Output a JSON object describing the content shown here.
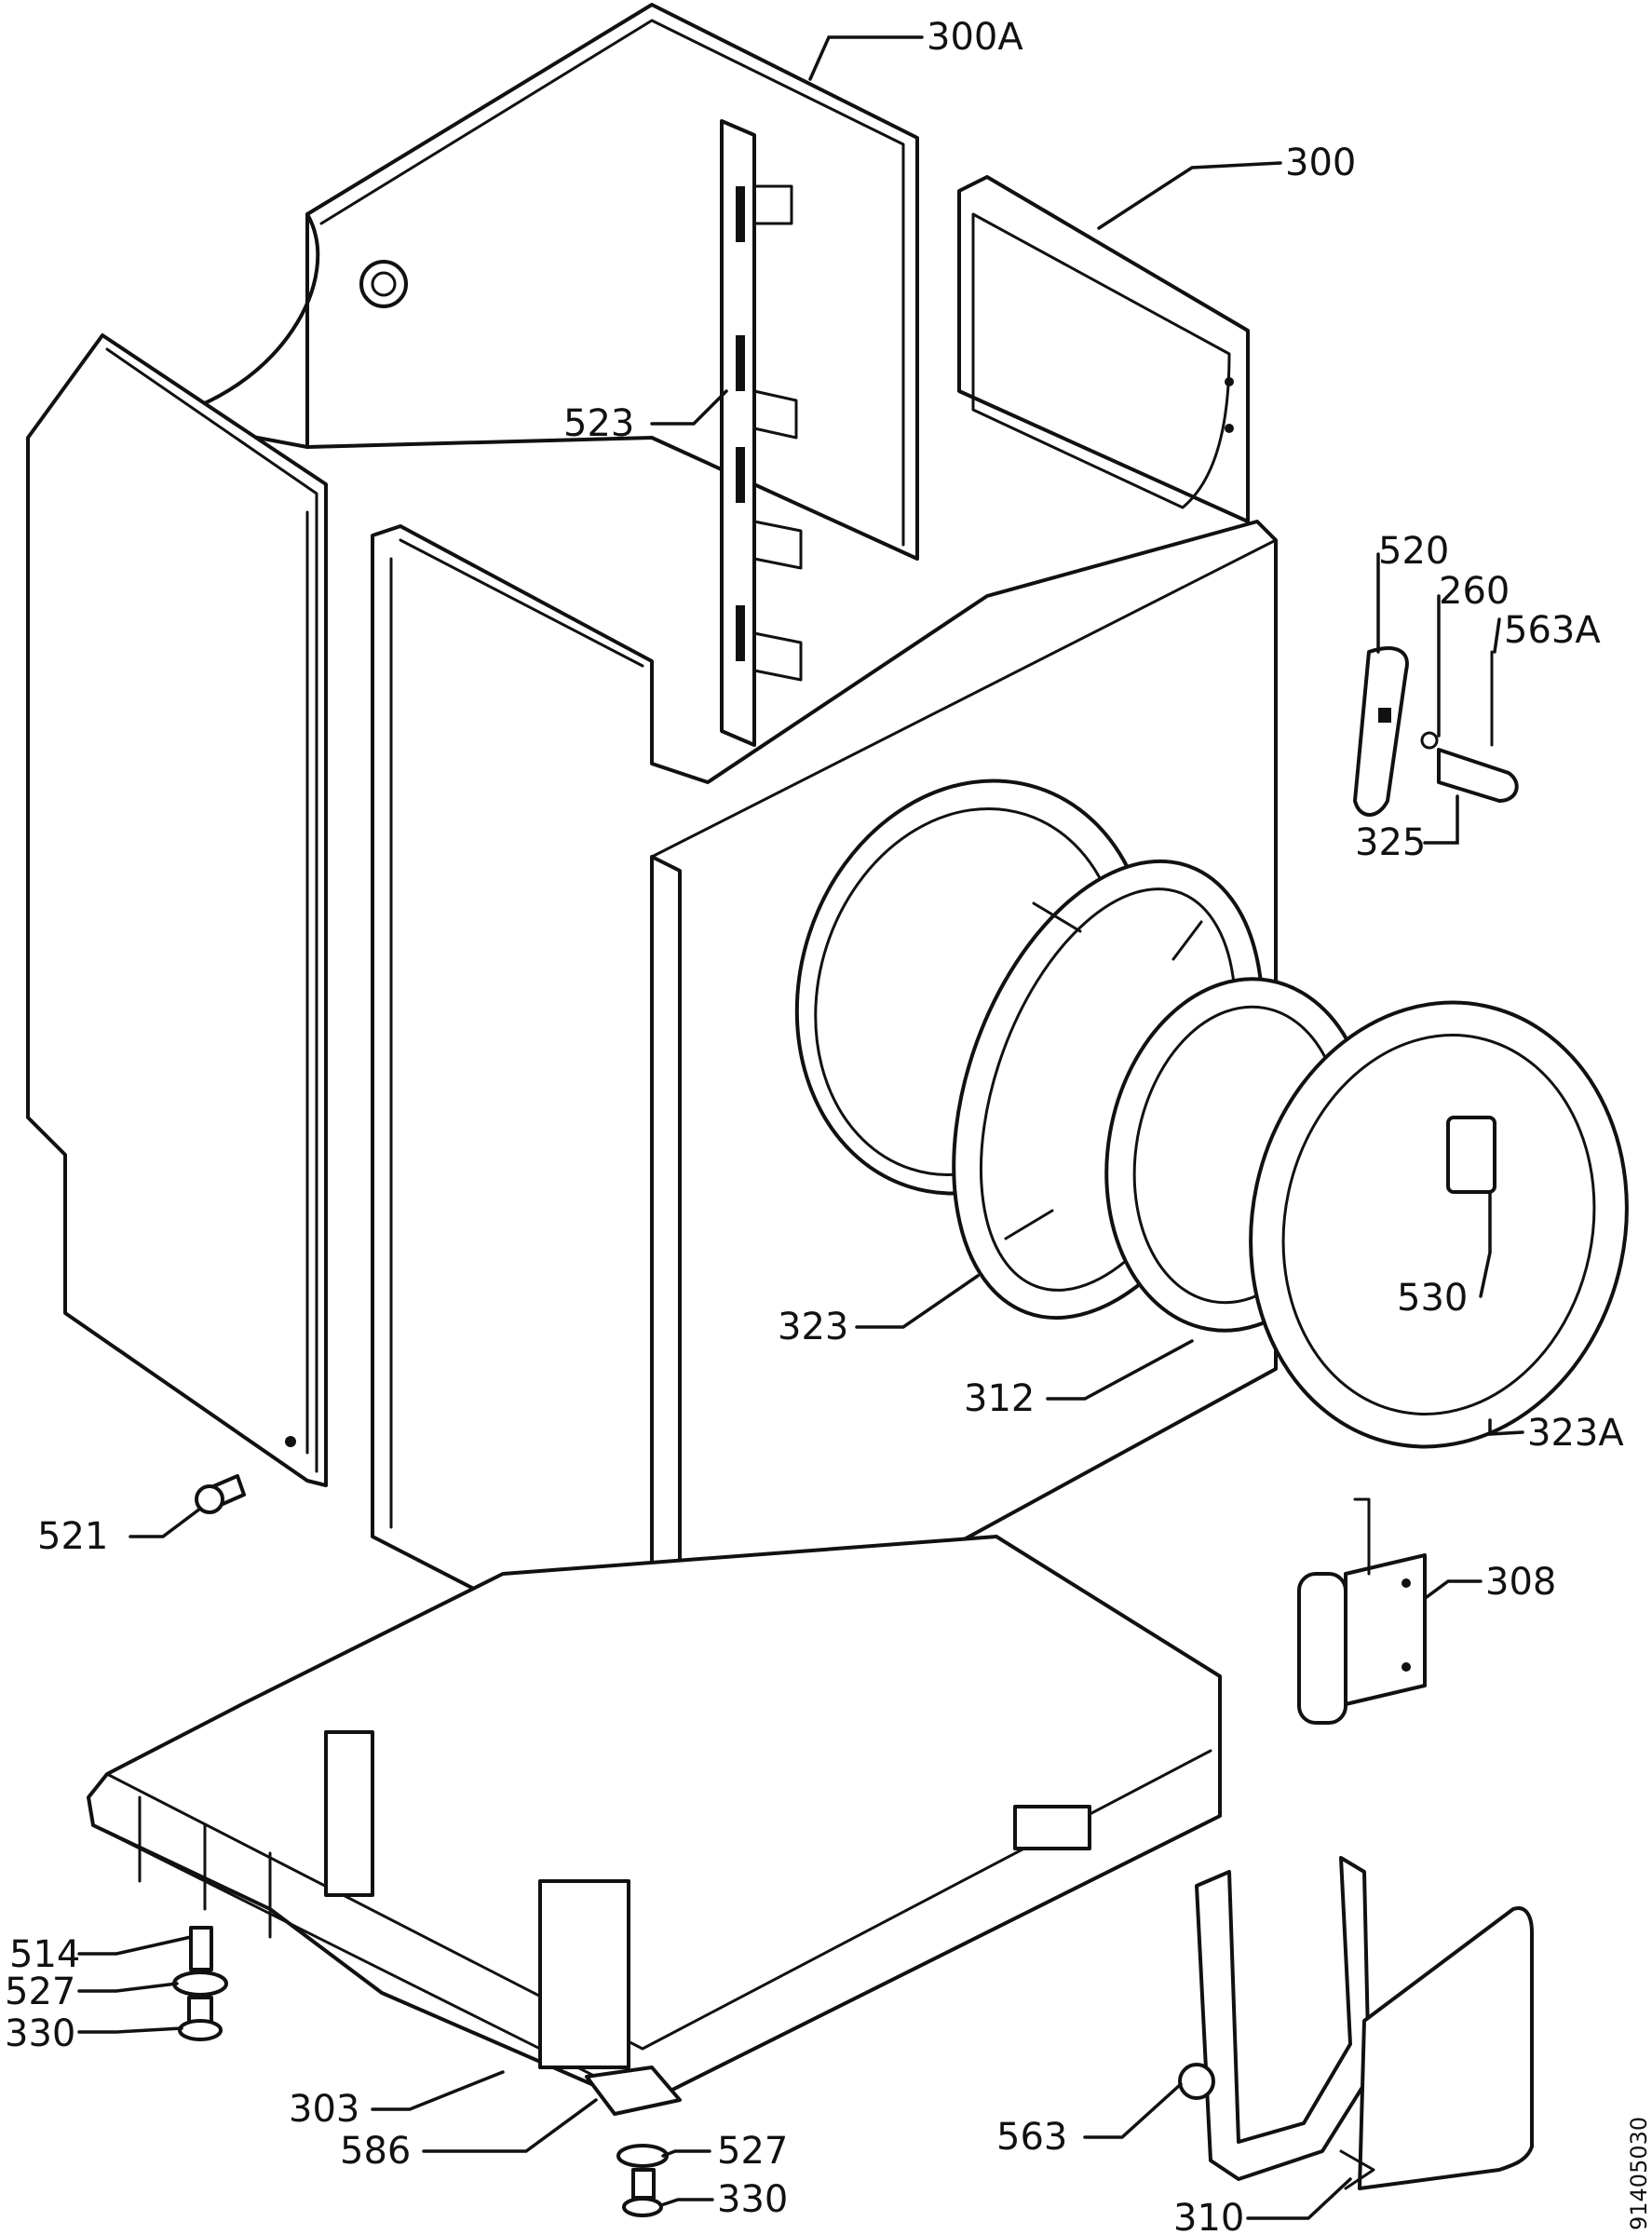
{
  "diagram": {
    "colors": {
      "line": "#111111",
      "paper": "#ffffff"
    },
    "callouts": {
      "c300A": "300A",
      "c300": "300",
      "c523": "523",
      "c520": "520",
      "c260": "260",
      "c563A": "563A",
      "c325": "325",
      "c323": "323",
      "c530": "530",
      "c312": "312",
      "c323A": "323A",
      "c521": "521",
      "c308": "308",
      "c514": "514",
      "c527a": "527",
      "c330a": "330",
      "c303": "303",
      "c586": "586",
      "c527b": "527",
      "c330b": "330",
      "c563": "563",
      "c310": "310"
    },
    "drawing_number": "91405030"
  }
}
